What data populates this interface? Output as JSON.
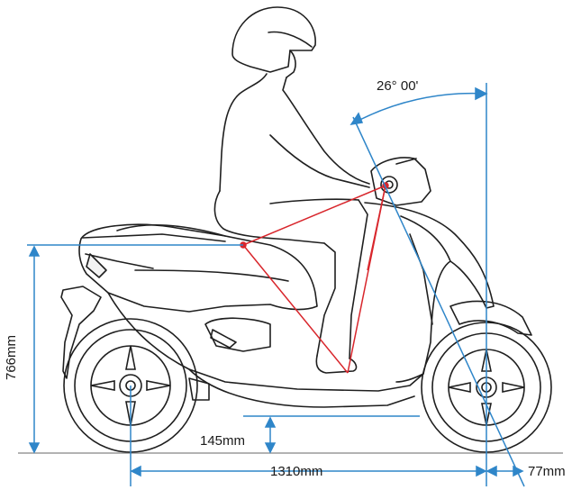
{
  "dimensions": {
    "caster_angle": "26° 00'",
    "seat_height": "766mm",
    "ground_clearance": "145mm",
    "wheelbase": "1310mm",
    "trail": "77mm"
  },
  "colors": {
    "outline": "#1f1f1f",
    "dimension_line": "#2f86c9",
    "ergonomic_triangle": "#d8262c",
    "background": "#ffffff"
  }
}
